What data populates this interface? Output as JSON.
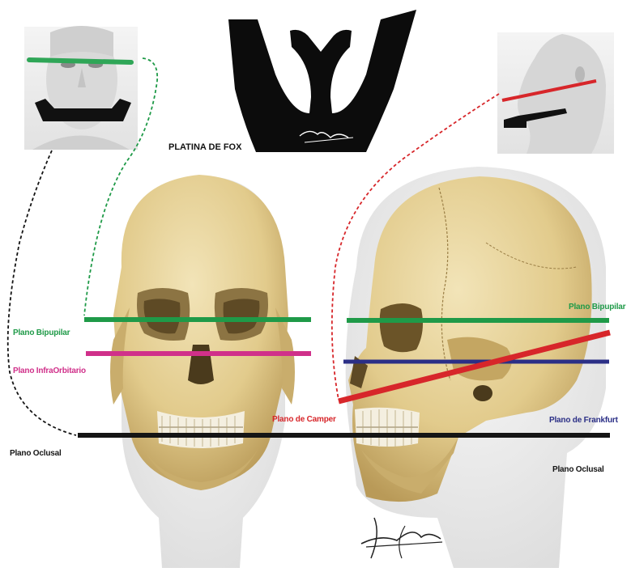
{
  "title": "PLATINA DE FOX",
  "signature": "LorenSolis",
  "colors": {
    "bipupilar": "#1f9a48",
    "infraorbitario": "#d0308a",
    "camper": "#d7262a",
    "frankfurt": "#2b2f86",
    "oclusal": "#151515",
    "bone": "#e6d29a",
    "bone_shadow": "#b89a5a"
  },
  "labels": {
    "bipupilar_left": "Plano Bipupilar",
    "infraorbitario_left": "Plano InfraOrbitario",
    "oclusal_left": "Plano Oclusal",
    "camper": "Plano de Camper",
    "bipupilar_right": "Plano Bipupilar",
    "frankfurt": "Plano de Frankfurt",
    "oclusal_right": "Plano Oclusal"
  },
  "icons": [
    "front-face-photo",
    "side-face-photo",
    "fox-plate-icon",
    "front-skull-illustration",
    "lateral-skull-illustration",
    "signature-mark"
  ]
}
